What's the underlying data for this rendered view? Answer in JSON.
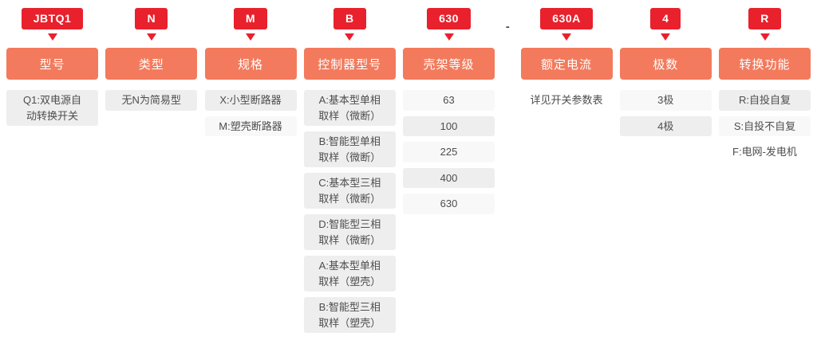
{
  "colors": {
    "badge": "#e8212d",
    "badge_text": "#ffffff",
    "header": "#f37a5c",
    "option_dark": "#eeeeee",
    "option_light": "#f8f8f8",
    "text": "#4d4d4d"
  },
  "separator": {
    "text": "-",
    "before_index": 5
  },
  "columns": [
    {
      "code": "JBTQ1",
      "label": "型号",
      "options": [
        "Q1:双电源自\n动转换开关"
      ],
      "shades": [
        "dark"
      ]
    },
    {
      "code": "N",
      "label": "类型",
      "options": [
        "无N为简易型"
      ],
      "shades": [
        "dark"
      ]
    },
    {
      "code": "M",
      "label": "规格",
      "options": [
        "X:小型断路器",
        "M:塑壳断路器"
      ],
      "shades": [
        "dark",
        "light"
      ]
    },
    {
      "code": "B",
      "label": "控制器型号",
      "options": [
        "A:基本型单相\n取样（微断）",
        "B:智能型单相\n取样（微断）",
        "C:基本型三相\n取样（微断）",
        "D:智能型三相\n取样（微断）",
        "A:基本型单相\n取样（塑壳）",
        "B:智能型三相\n取样（塑壳）"
      ],
      "shades": [
        "dark",
        "dark",
        "dark",
        "dark",
        "dark",
        "dark"
      ]
    },
    {
      "code": "630",
      "label": "壳架等级",
      "options": [
        "63",
        "100",
        "225",
        "400",
        "630"
      ],
      "shades": [
        "light",
        "dark",
        "light",
        "dark",
        "light"
      ]
    },
    {
      "code": "630A",
      "label": "额定电流",
      "options": [
        "详见开关参数表"
      ],
      "shades": [
        "none"
      ]
    },
    {
      "code": "4",
      "label": "极数",
      "options": [
        "3极",
        "4极"
      ],
      "shades": [
        "light",
        "dark"
      ]
    },
    {
      "code": "R",
      "label": "转换功能",
      "options": [
        "R:自投自复",
        "S:自投不自复",
        "F:电网-发电机"
      ],
      "shades": [
        "dark",
        "light",
        "none"
      ]
    }
  ]
}
